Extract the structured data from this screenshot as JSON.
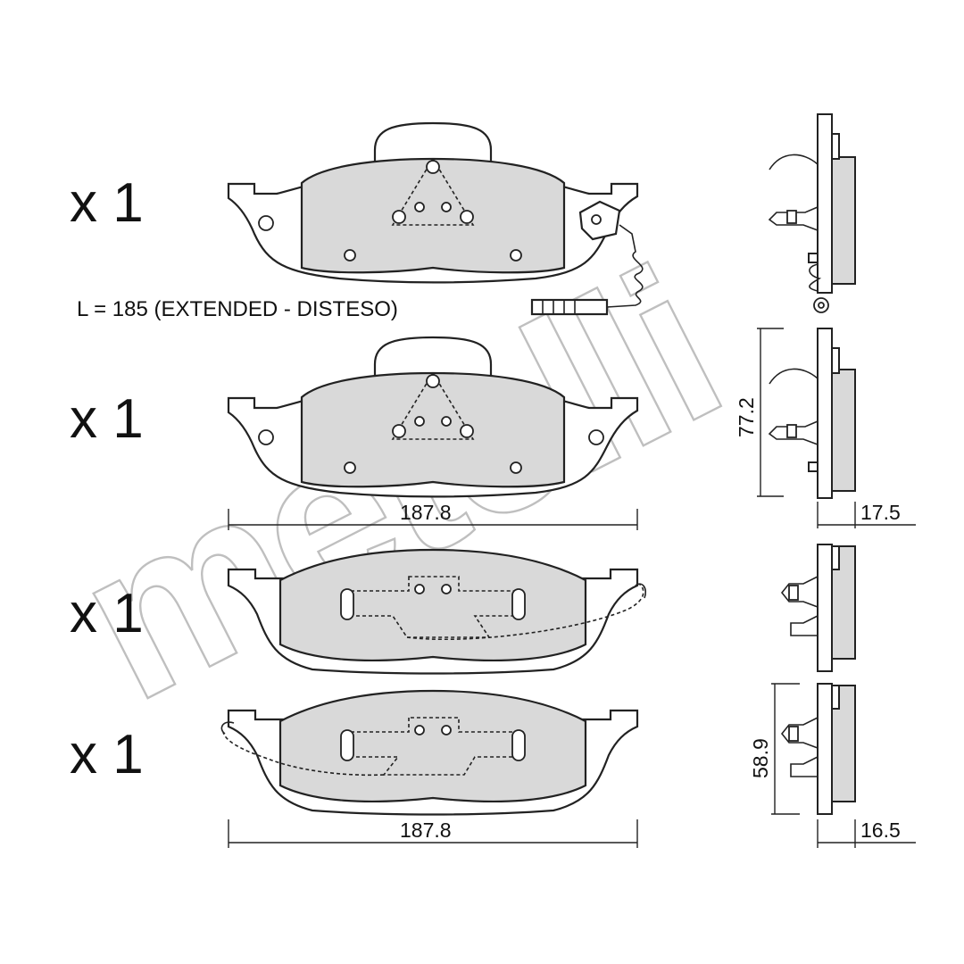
{
  "quantities": [
    "x 1",
    "x 1",
    "x 1",
    "x 1"
  ],
  "sensor_note": "L = 185 (EXTENDED - DISTESO)",
  "dimensions": {
    "width_top": "187.8",
    "width_bottom": "187.8",
    "height_outer": "77.2",
    "thickness_outer": "17.5",
    "height_inner": "58.9",
    "thickness_inner": "16.5"
  },
  "watermark": "metelli"
}
